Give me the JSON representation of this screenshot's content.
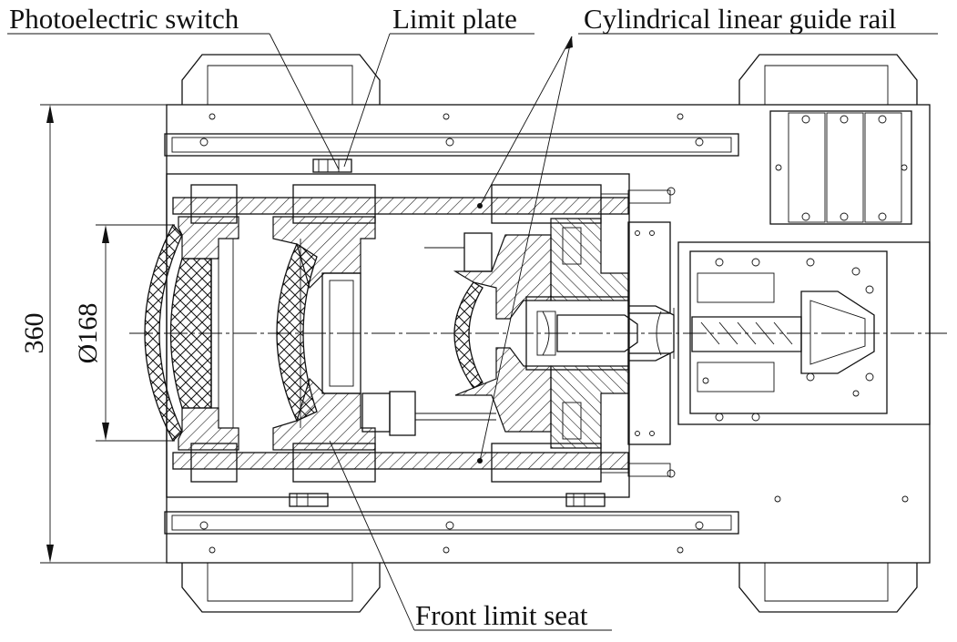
{
  "labels": {
    "photoelectric_switch": "Photoelectric switch",
    "limit_plate": "Limit plate",
    "rail": "Cylindrical linear guide rail",
    "front_limit_seat": "Front limit seat"
  },
  "dimensions": {
    "overall_height": "360",
    "aperture": "Ø168"
  }
}
